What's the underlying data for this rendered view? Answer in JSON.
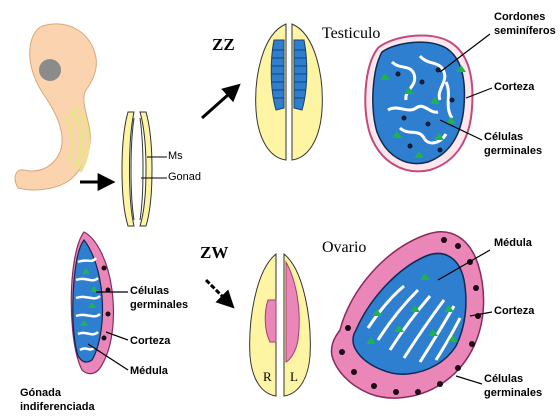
{
  "colors": {
    "embryo": "#fbd3ae",
    "head_spot": "#8b8b8b",
    "gonad_fill": "#fdf5a3",
    "cord_blue": "#2f7fd0",
    "ovary_pink": "#ea86b8",
    "germ_cell": "#1fb34c",
    "outline": "#000000"
  },
  "early": {
    "ms_label": "Ms",
    "gonad_label": "Gonad"
  },
  "male": {
    "genotype": "ZZ",
    "title": "Testiculo",
    "cords_label_line1": "Cordones",
    "cords_label_line2": "seminíferos",
    "cortex_label": "Corteza",
    "germ_label_line1": "Células",
    "germ_label_line2": "germinales"
  },
  "female": {
    "genotype": "ZW",
    "title": "Ovario",
    "right_label": "R",
    "left_label": "L",
    "medulla_label": "Médula",
    "cortex_label": "Corteza",
    "germ_label_line1": "Células",
    "germ_label_line2": "germinales"
  },
  "indifferent": {
    "germ_label_line1": "Células",
    "germ_label_line2": "germinales",
    "cortex_label": "Corteza",
    "medulla_label": "Médula",
    "caption_line1": "Gónada",
    "caption_line2": "indiferenciada"
  }
}
